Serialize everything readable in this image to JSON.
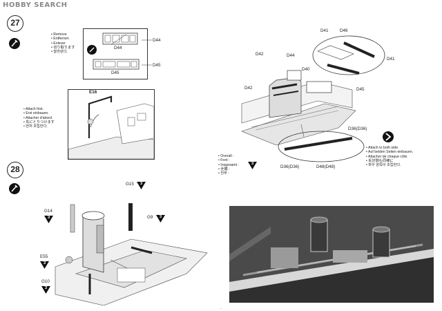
{
  "watermark": "HOBBY SEARCH",
  "step27": {
    "number": "27",
    "icons": [
      "glue-icon"
    ],
    "remove_texts": [
      "Remove",
      "Entfernen",
      "Enlever",
      "切り取ります",
      "잘라낸다."
    ],
    "parts_box": {
      "top_label": "D44",
      "bottom_label": "D45",
      "right_top": "D44",
      "right_bottom": "D45"
    },
    "attach_first": [
      "Attach first.",
      "Erst einbauen.",
      "Attacher d'abord.",
      "先にとりつけます",
      "먼저 조립한다."
    ],
    "detail_label": "E16",
    "main_labels": [
      "D41",
      "D46",
      "D41",
      "D42",
      "D44",
      "D42",
      "D40",
      "D45"
    ],
    "lower_labels": [
      "D36(D36)",
      "D36(D36)",
      "D48(D48)"
    ],
    "overall": {
      "lines": [
        "Overall :",
        "Font :",
        "Insgesamt :",
        "全體 :",
        "전부 :"
      ],
      "badge": "3"
    },
    "attach_both": [
      "Attach to both side.",
      "Auf beiden Seiten einbauen.",
      "Attacher de chaque côté.",
      "反対側も同様に",
      "좌우 양쪽이 조립한다."
    ]
  },
  "step28": {
    "number": "28",
    "icons": [
      "glue-icon"
    ],
    "labels": [
      {
        "text": "G15",
        "badge": "3"
      },
      {
        "text": "G14",
        "badge": "3"
      },
      {
        "text": "G9",
        "badge": "3"
      },
      {
        "text": "E55",
        "badge": "3"
      },
      {
        "text": "G10",
        "badge": "3"
      }
    ]
  },
  "colors": {
    "ink": "#222222",
    "photo_bg": "#5a5a5a",
    "badge": "#111111"
  }
}
